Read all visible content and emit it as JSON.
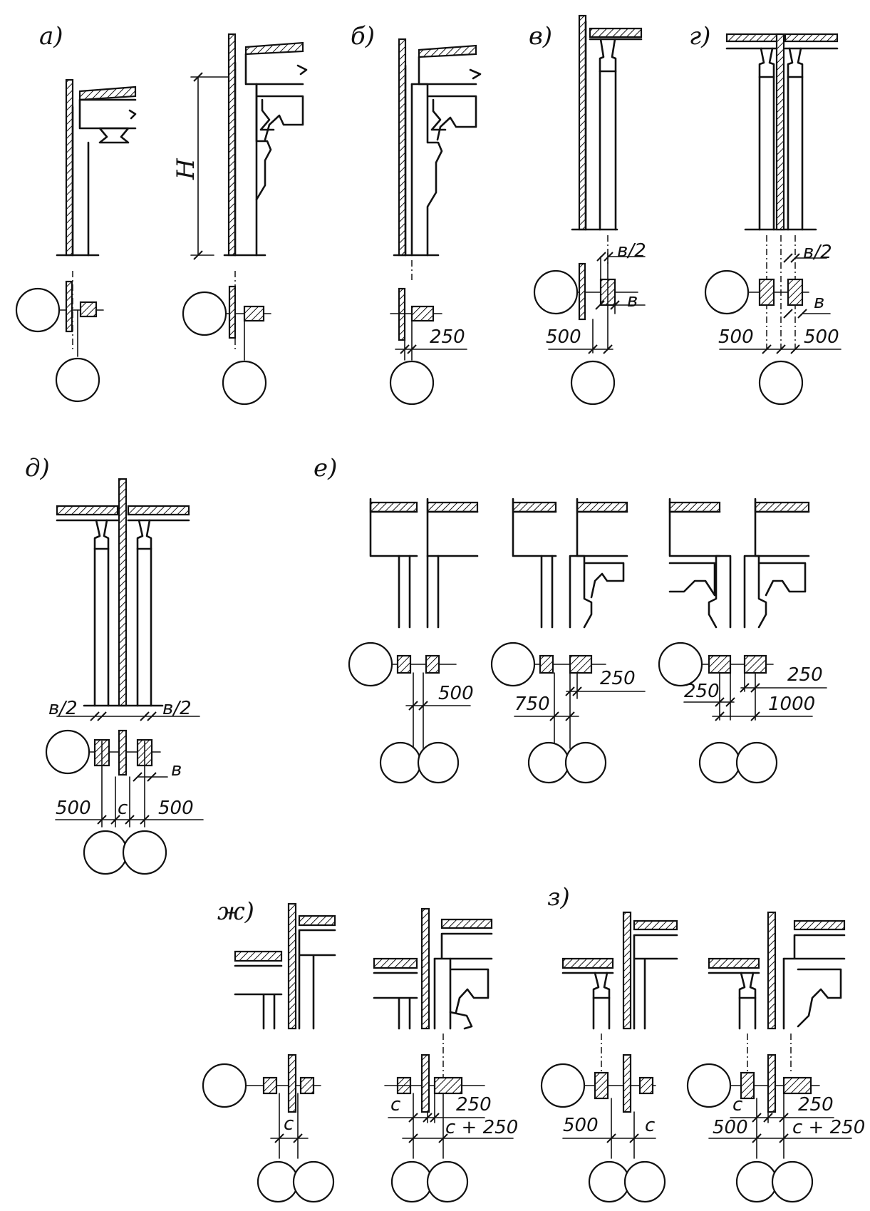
{
  "labels": {
    "a": "а)",
    "b": "б)",
    "v": "в)",
    "g": "г)",
    "d": "д)",
    "e": "е)",
    "zh": "ж)",
    "z": "з)"
  },
  "dims": {
    "H": "H",
    "b_250": "250",
    "v_half": "в/2",
    "v_b": "в",
    "v_500": "500",
    "g_half": "в/2",
    "g_b": "в",
    "g_500_left": "500",
    "g_500_right": "500",
    "d_half_left": "в/2",
    "d_half_right": "в/2",
    "d_b": "в",
    "d_500_left": "500",
    "d_c": "c",
    "d_500_right": "500",
    "e1_500": "500",
    "e2_750": "750",
    "e2_250": "250",
    "e3_250_left": "250",
    "e3_250_right": "250",
    "e3_1000": "1000",
    "zh1_c": "c",
    "zh2_c": "c",
    "zh2_250": "250",
    "zh2_c250": "c + 250",
    "z1_500": "500",
    "z1_c": "c",
    "z2_c": "c",
    "z2_250": "250",
    "z2_500": "500",
    "z2_c250": "c + 250"
  }
}
